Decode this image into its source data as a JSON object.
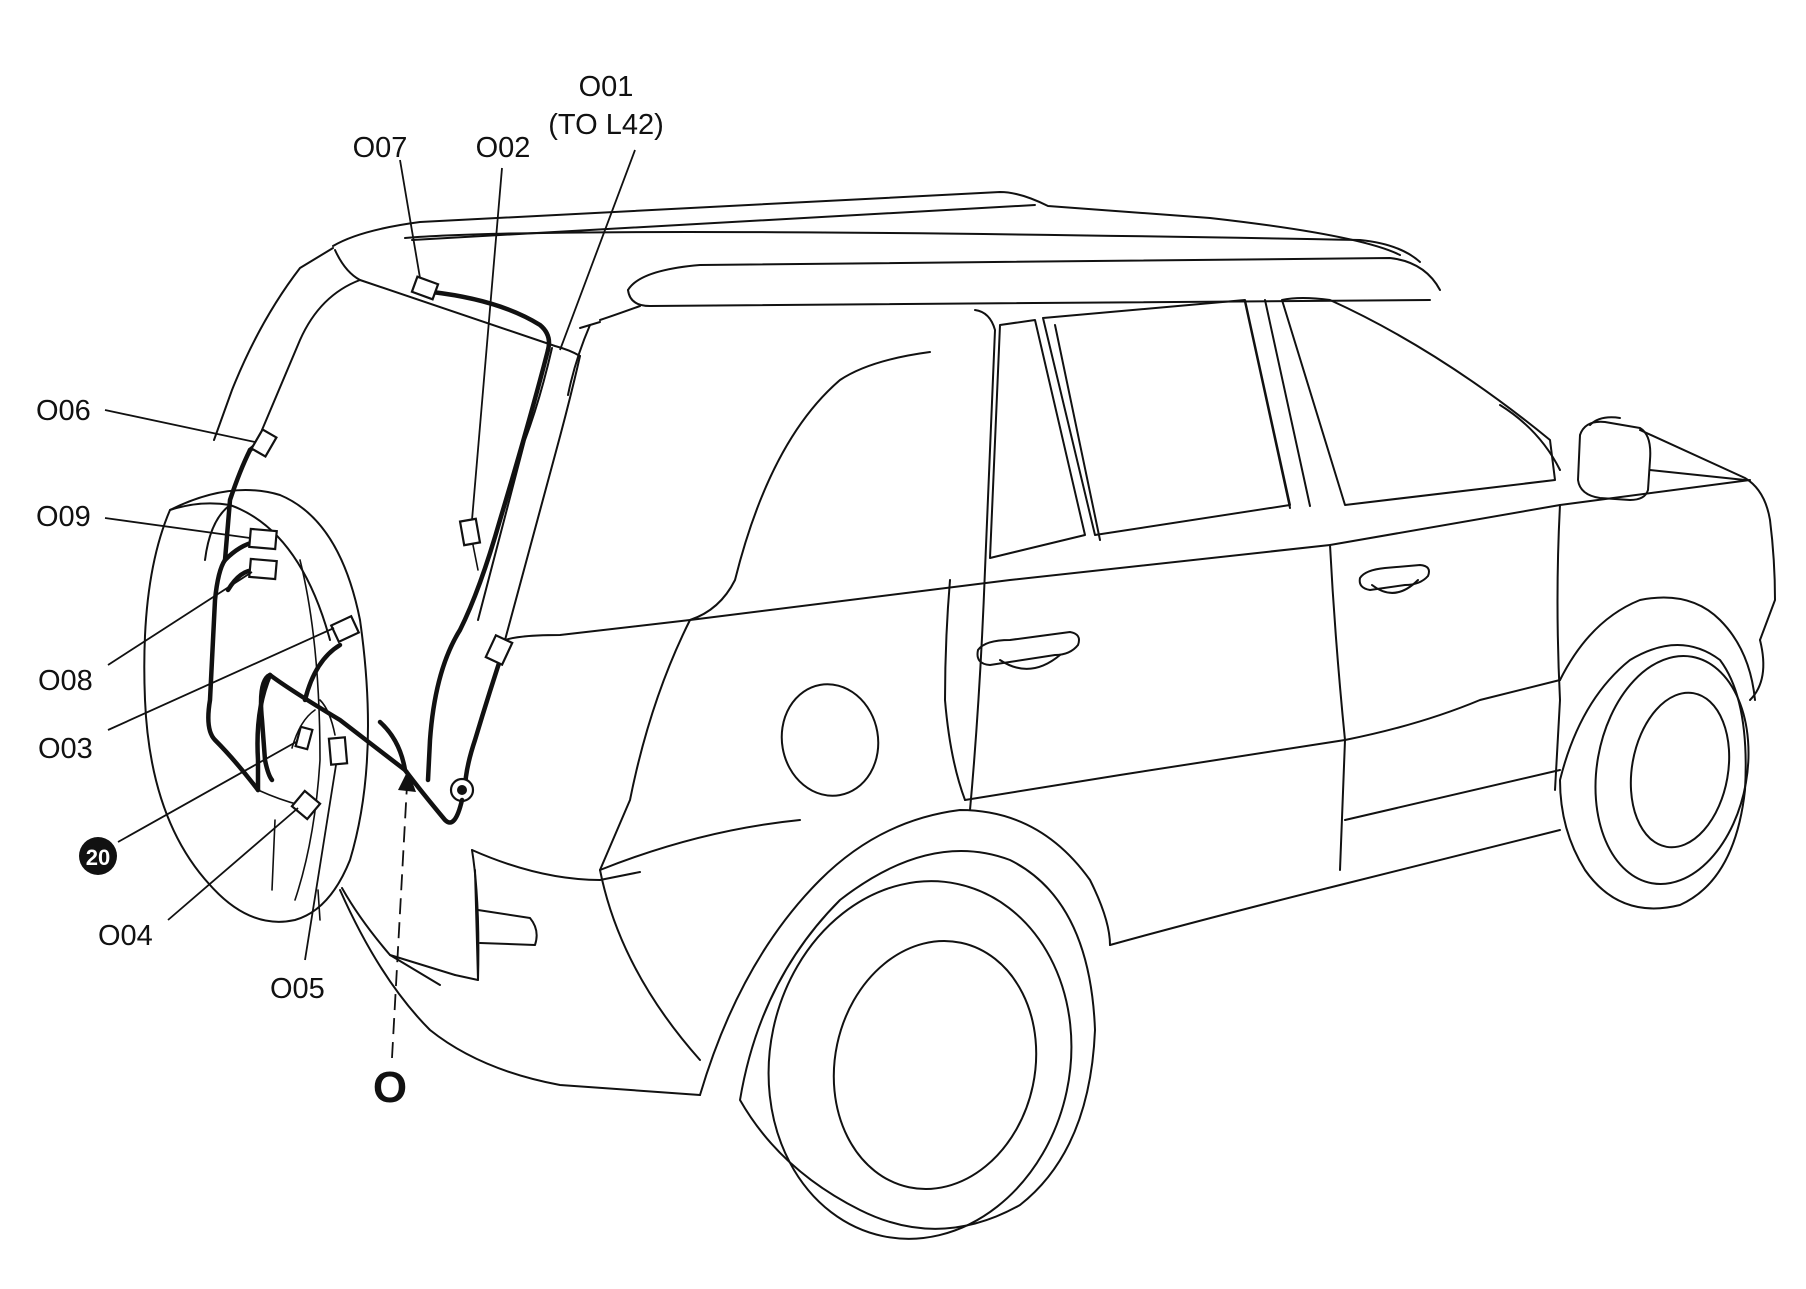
{
  "labels": {
    "o01": "O01",
    "o01_note": "(TO L42)",
    "o02": "O02",
    "o03": "O03",
    "o04": "O04",
    "o05": "O05",
    "o06": "O06",
    "o07": "O07",
    "o08": "O08",
    "o09": "O09",
    "badge_20": "20",
    "view_marker": "O"
  }
}
